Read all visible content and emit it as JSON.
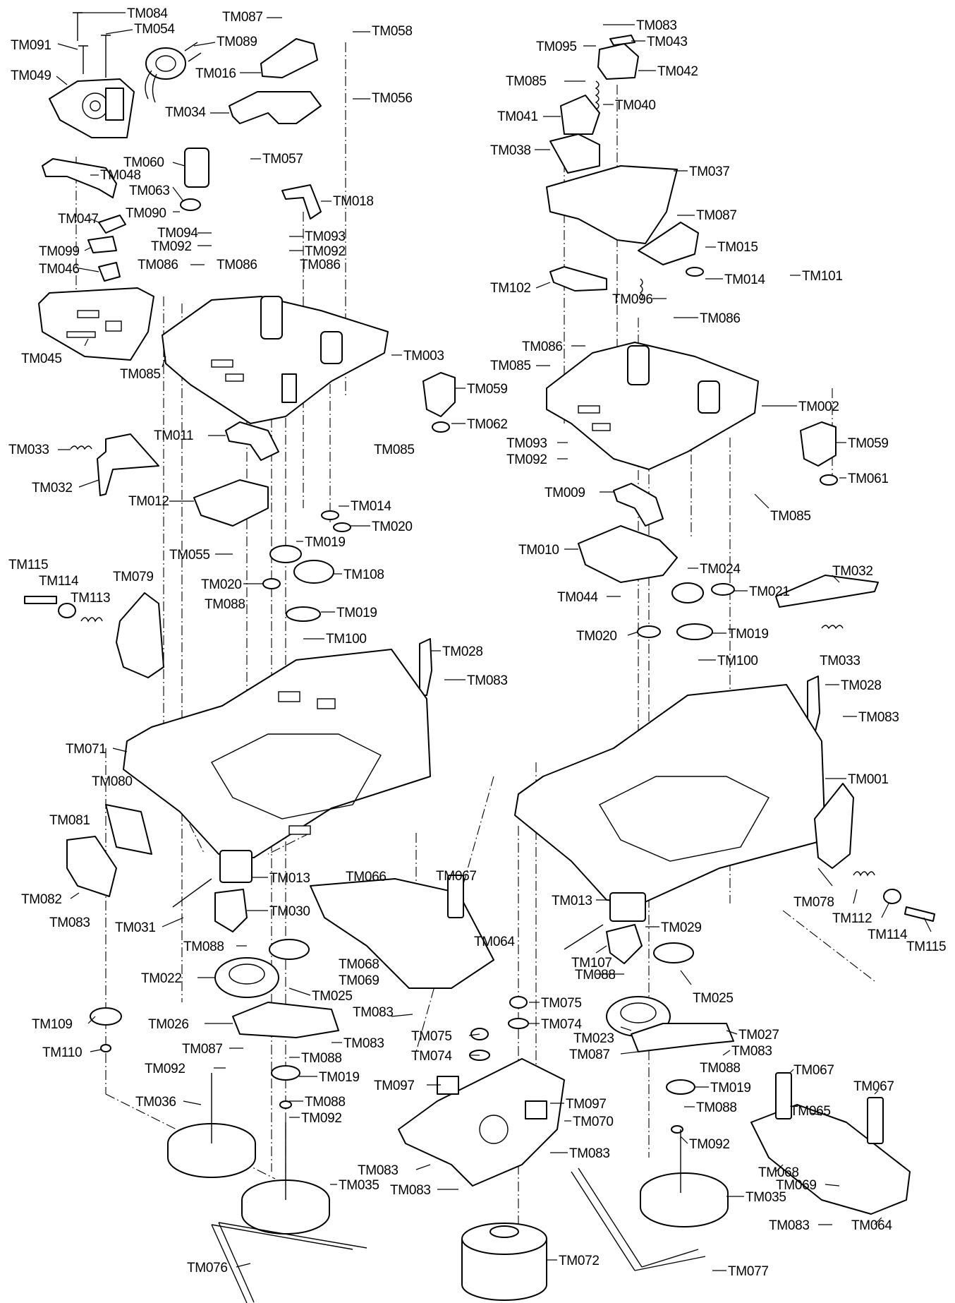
{
  "labels": [
    "TM084",
    "TM054",
    "TM091",
    "TM089",
    "TM049",
    "TM087",
    "TM058",
    "TM016",
    "TM056",
    "TM034",
    "TM060",
    "TM057",
    "TM048",
    "TM063",
    "TM018",
    "TM047",
    "TM090",
    "TM094",
    "TM093",
    "TM092",
    "TM099",
    "TM086",
    "TM046",
    "TM045",
    "TM003",
    "TM085",
    "TM059",
    "TM062",
    "TM033",
    "TM011",
    "TM012",
    "TM032",
    "TM014",
    "TM020",
    "TM019",
    "TM055",
    "TM108",
    "TM115",
    "TM114",
    "TM113",
    "TM079",
    "TM088",
    "TM100",
    "TM028",
    "TM083",
    "TM071",
    "TM080",
    "TM081",
    "TM013",
    "TM082",
    "TM031",
    "TM030",
    "TM066",
    "TM067",
    "TM022",
    "TM068",
    "TM069",
    "TM064",
    "TM025",
    "TM026",
    "TM109",
    "TM110",
    "TM036",
    "TM035",
    "TM076",
    "TM083",
    "TM095",
    "TM043",
    "TM042",
    "TM040",
    "TM041",
    "TM038",
    "TM037",
    "TM015",
    "TM101",
    "TM102",
    "TM096",
    "TM002",
    "TM061",
    "TM009",
    "TM010",
    "TM024",
    "TM021",
    "TM044",
    "TM001",
    "TM078",
    "TM112",
    "TM029",
    "TM107",
    "TM075",
    "TM074",
    "TM023",
    "TM027",
    "TM097",
    "TM070",
    "TM065",
    "TM072",
    "TM077"
  ]
}
